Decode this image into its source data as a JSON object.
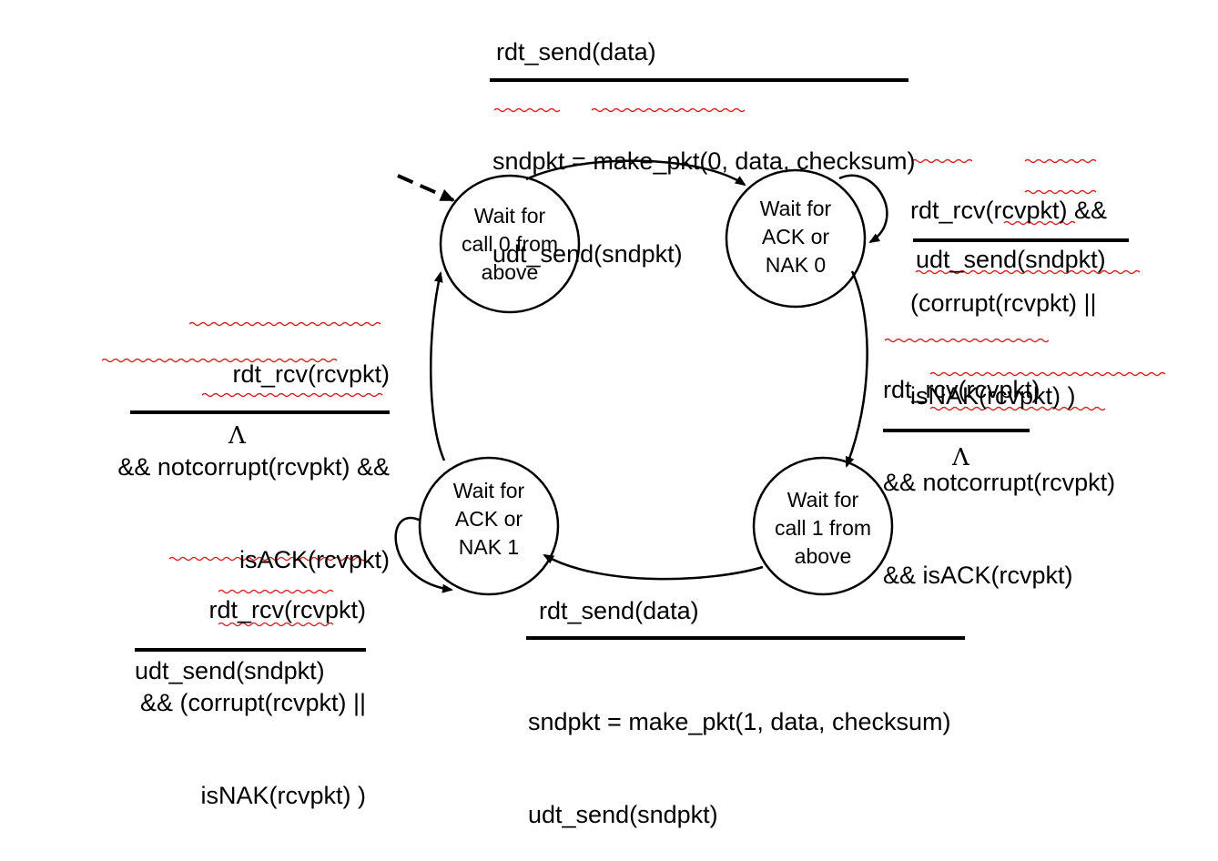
{
  "states": {
    "s0": [
      "Wait for",
      "call 0 from",
      "above"
    ],
    "s1": [
      "Wait for",
      "ACK or",
      "NAK 0"
    ],
    "s2": [
      "Wait for",
      "call 1 from",
      "above"
    ],
    "s3": [
      "Wait for",
      "ACK or",
      "NAK 1"
    ]
  },
  "transitions": {
    "t_top": {
      "event": "rdt_send(data)",
      "actions": [
        "sndpkt = make_pkt(0, data, checksum)",
        "udt_send(sndpkt)"
      ]
    },
    "t_self1": {
      "event": [
        "rdt_rcv(rcvpkt) &&",
        "(corrupt(rcvpkt) ||",
        "isNAK(rcvpkt) )"
      ],
      "action": "udt_send(sndpkt)"
    },
    "t_right": {
      "event": [
        "rdt_rcv(rcvpkt)",
        "&& notcorrupt(rcvpkt)",
        "&& isACK(rcvpkt)"
      ],
      "action": "Λ"
    },
    "t_bottom": {
      "event": "rdt_send(data)",
      "actions": [
        "sndpkt = make_pkt(1, data, checksum)",
        "udt_send(sndpkt)"
      ]
    },
    "t_self3": {
      "event": [
        "rdt_rcv(rcvpkt)",
        "&& (corrupt(rcvpkt) ||",
        "isNAK(rcvpkt) )"
      ],
      "action": "udt_send(sndpkt)"
    },
    "t_left": {
      "event": [
        "rdt_rcv(rcvpkt)",
        "&& notcorrupt(rcvpkt) &&",
        "isACK(rcvpkt)"
      ],
      "action": "Λ"
    }
  }
}
